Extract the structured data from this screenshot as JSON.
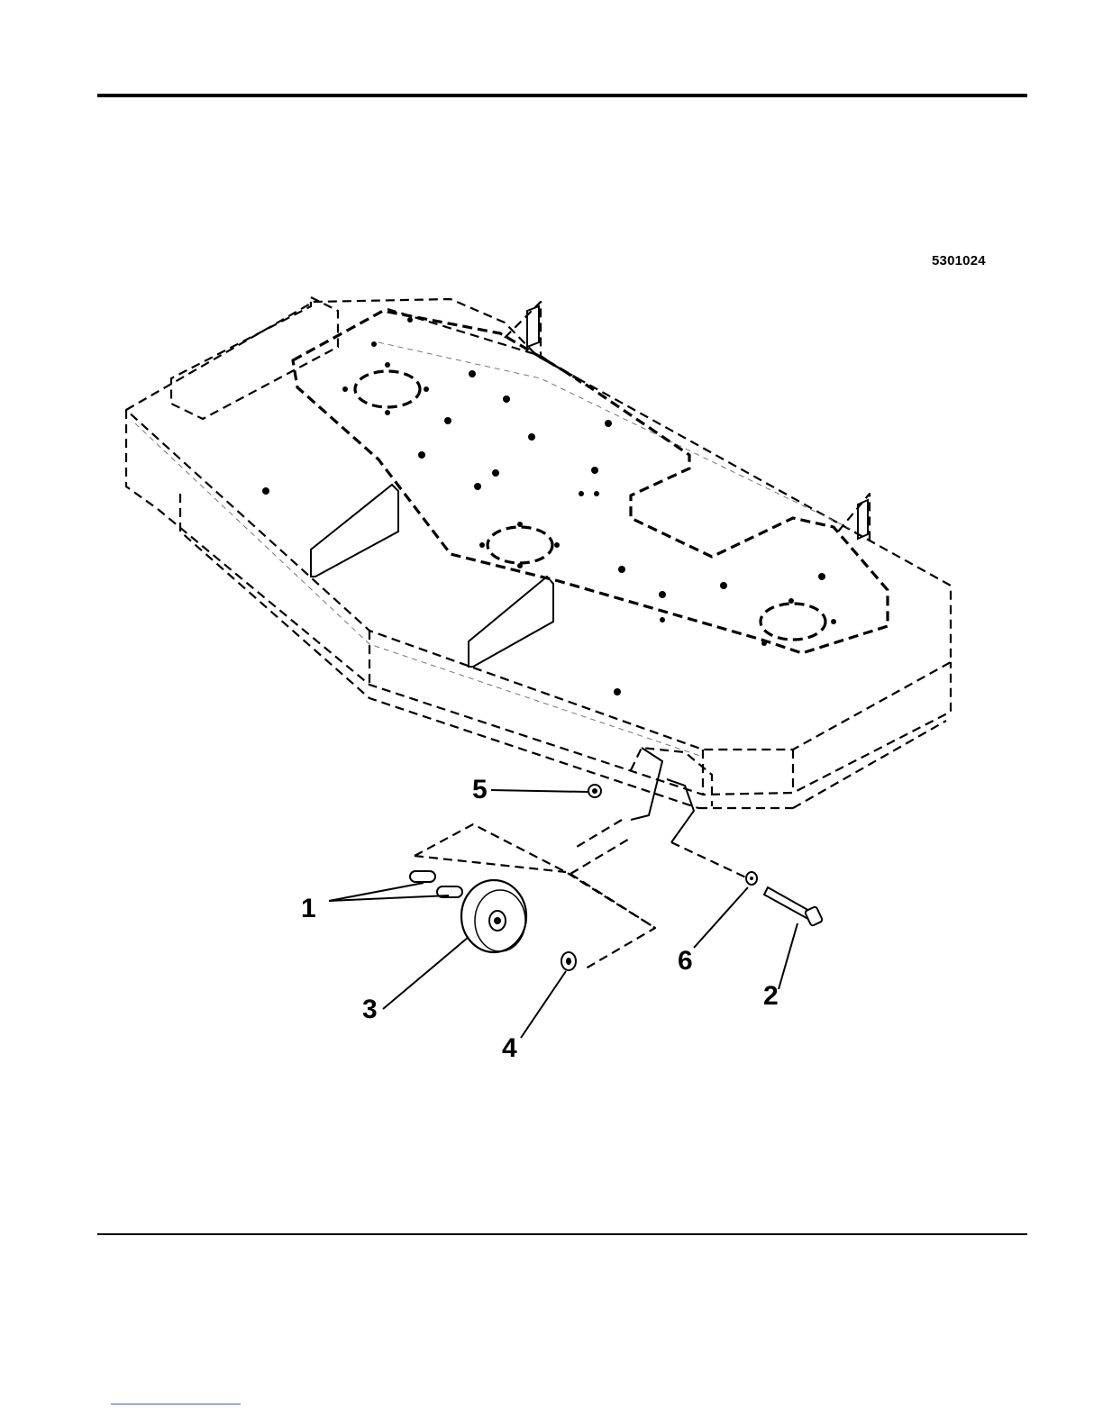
{
  "part_number": "5301024",
  "callouts": [
    {
      "id": "1",
      "label": "1"
    },
    {
      "id": "2",
      "label": "2"
    },
    {
      "id": "3",
      "label": "3"
    },
    {
      "id": "4",
      "label": "4"
    },
    {
      "id": "5",
      "label": "5"
    },
    {
      "id": "6",
      "label": "6"
    }
  ],
  "colors": {
    "ink": "#000000",
    "paper": "#ffffff",
    "link_underline": "#3b5bd6"
  }
}
